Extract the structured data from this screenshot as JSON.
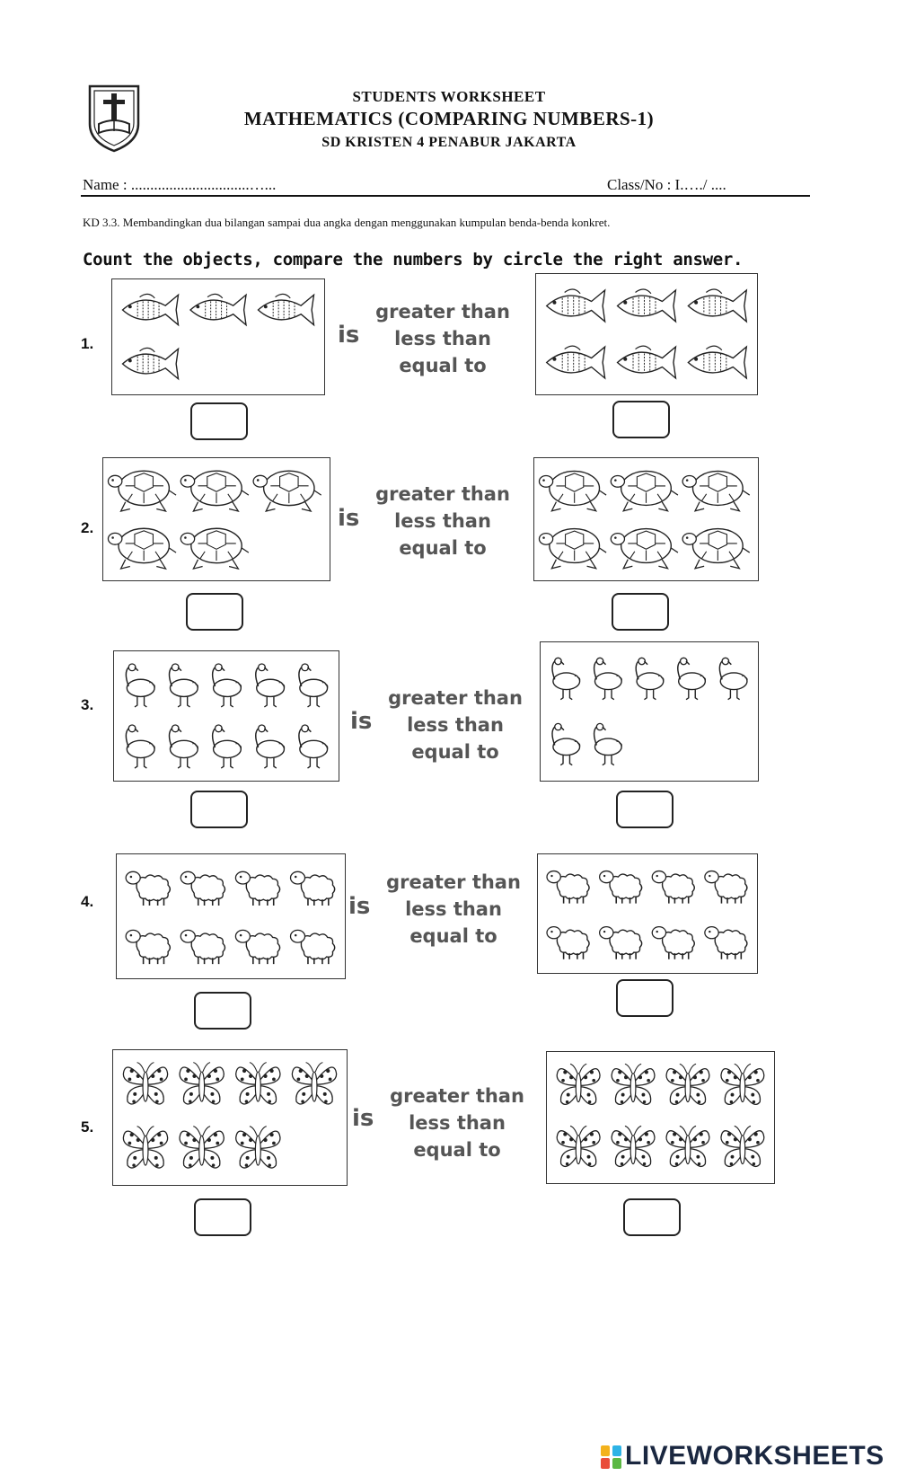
{
  "header": {
    "line1": "STUDENTS WORKSHEET",
    "line2": "MATHEMATICS (COMPARING NUMBERS-1)",
    "line3": "SD KRISTEN 4 PENABUR JAKARTA"
  },
  "student": {
    "name_label": "Name  : ...............................…...",
    "class_label": "Class/No : I.…./ ...."
  },
  "kd": "KD  3.3. Membandingkan dua bilangan sampai dua angka dengan menggunakan kumpulan benda-benda konkret.",
  "instruction": "Count the objects, compare the numbers by circle the right answer.",
  "is_word": "is",
  "choices": [
    "greater than",
    "less than",
    "equal to"
  ],
  "questions": [
    {
      "number": "1.",
      "object": "fish-icon",
      "left_count": 4,
      "right_count": 6
    },
    {
      "number": "2.",
      "object": "turtle-icon",
      "left_count": 5,
      "right_count": 6
    },
    {
      "number": "3.",
      "object": "flamingo-icon",
      "left_count": 10,
      "right_count": 7
    },
    {
      "number": "4.",
      "object": "sheep-icon",
      "left_count": 8,
      "right_count": 8
    },
    {
      "number": "5.",
      "object": "butterfly-icon",
      "left_count": 7,
      "right_count": 8
    }
  ],
  "footer": "LIVEWORKSHEETS"
}
